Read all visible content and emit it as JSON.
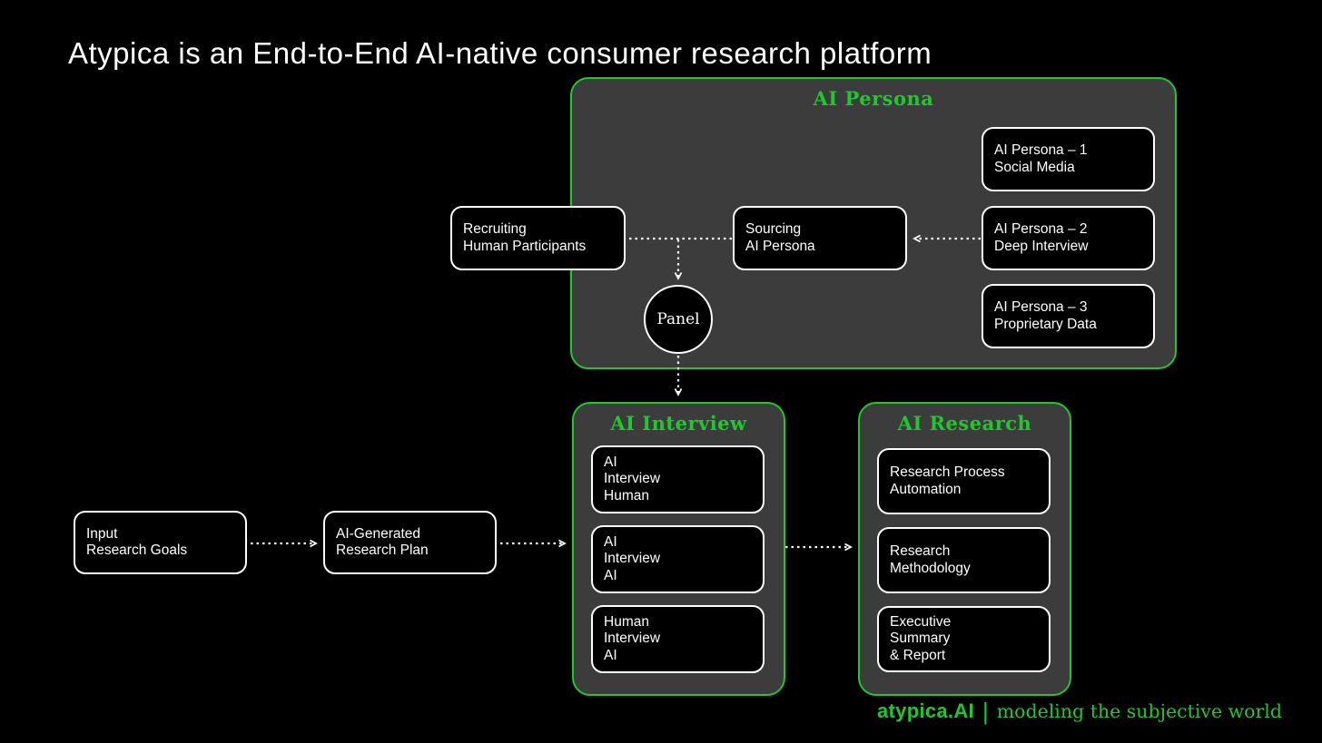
{
  "title": "Atypica is an End-to-End AI-native consumer research platform",
  "colors": {
    "background": "#000000",
    "accent_green": "#1ec92b",
    "container_fill": "#3c3c3c",
    "node_fill": "#000000",
    "node_border": "#ffffff",
    "text": "#ffffff"
  },
  "flow": {
    "input_goals": {
      "lines": [
        "Input",
        "Research Goals"
      ]
    },
    "research_plan": {
      "lines": [
        "AI-Generated",
        "Research Plan"
      ]
    }
  },
  "persona": {
    "title": "AI Persona",
    "recruiting": {
      "lines": [
        "Recruiting",
        "Human Participants"
      ]
    },
    "sourcing": {
      "lines": [
        "Sourcing",
        "AI Persona"
      ]
    },
    "panel_label": "Panel",
    "boxes": [
      {
        "lines": [
          "AI Persona – 1",
          "Social Media"
        ]
      },
      {
        "lines": [
          "AI Persona – 2",
          "Deep Interview"
        ]
      },
      {
        "lines": [
          "AI Persona – 3",
          "Proprietary Data"
        ]
      }
    ]
  },
  "interview": {
    "title": "AI Interview",
    "boxes": [
      {
        "lines": [
          "AI",
          "Interview",
          "Human"
        ]
      },
      {
        "lines": [
          "AI",
          "Interview",
          "AI"
        ]
      },
      {
        "lines": [
          "Human",
          "Interview",
          "AI"
        ]
      }
    ]
  },
  "research": {
    "title": "AI Research",
    "boxes": [
      {
        "lines": [
          "Research Process",
          "Automation"
        ]
      },
      {
        "lines": [
          "Research",
          "Methodology"
        ]
      },
      {
        "lines": [
          "Executive",
          "Summary",
          "& Report"
        ]
      }
    ]
  },
  "footer": {
    "brand": "atypica.AI",
    "separator": "|",
    "tagline": "modeling the subjective world"
  }
}
